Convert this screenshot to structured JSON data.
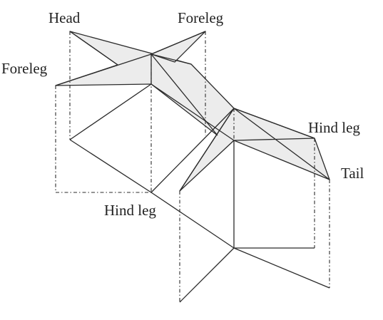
{
  "labels": {
    "head": "Head",
    "foreleg_right": "Foreleg",
    "foreleg_left": "Foreleg",
    "hind_leg_right": "Hind leg",
    "hind_leg_center": "Hind leg",
    "tail": "Tail"
  },
  "colors": {
    "line": "#2b2b2b",
    "fill": "#ececec",
    "text": "#222222"
  }
}
